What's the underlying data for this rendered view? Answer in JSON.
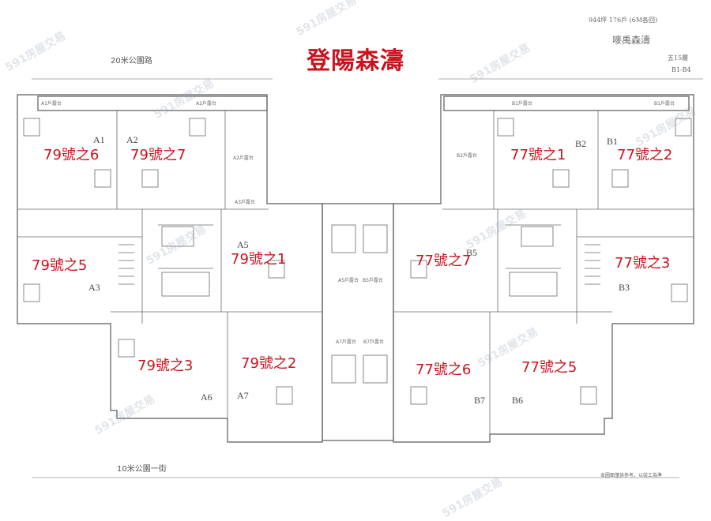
{
  "title": "登陽森濤",
  "roads": {
    "north": "20米公園路",
    "south": "10米公園一街"
  },
  "handwritten": {
    "line1": "944坪 176戶 (6M各回)",
    "line2": "嘜禹森濤",
    "line3": "五15層",
    "line4": "B1-B4"
  },
  "footer_note": "本圖面僅供參考，以竣工為準",
  "watermark": "591房屋交易",
  "unit_labels": [
    "79號之6",
    "79號之7",
    "77號之1",
    "77號之2",
    "79號之5",
    "79號之1",
    "77號之7",
    "77號之3",
    "79號之3",
    "79號之2",
    "77號之6",
    "77號之5"
  ],
  "unit_codes": [
    "A1",
    "A2",
    "B2",
    "B1",
    "A3",
    "A5",
    "B5",
    "B3",
    "A6",
    "A7",
    "B7",
    "B6"
  ],
  "balconies": [
    "A1戶露台",
    "A2戶露台",
    "B1戶露台",
    "B1戶露台",
    "A2戶露台",
    "B2戶露台",
    "A3戶露台",
    "A5戶露台",
    "B5戶露台",
    "A7戶露台",
    "B7戶露台"
  ],
  "colors": {
    "title": "#c8141e",
    "label": "#c8141e",
    "line": "#555555"
  }
}
